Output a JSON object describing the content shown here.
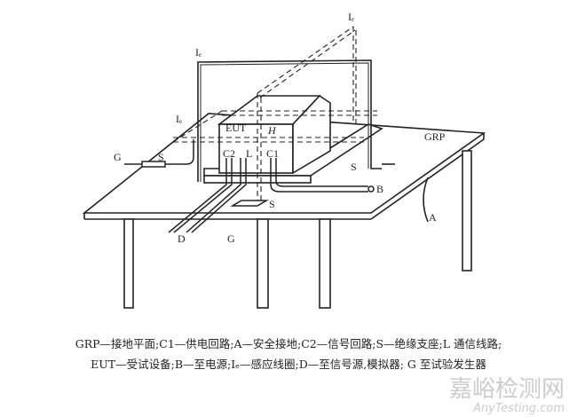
{
  "diagram": {
    "labels": {
      "ic_top": "Iₑ",
      "ic_loop": "Iₑ",
      "ic_left": "Iₑ",
      "eut": "EUT",
      "h_field": "H",
      "c2": "C2",
      "l": "L",
      "c1": "C1",
      "g_left": "G",
      "s_left": "S",
      "grp": "GRP",
      "s_right": "S",
      "b": "B",
      "a": "A",
      "s_front": "S",
      "d": "D",
      "g_front": "G"
    }
  },
  "caption": {
    "line1": "GRP—接地平面;C1—供电回路;A—安全接地;C2—信号回路;S—绝缘支座;L  通信线路;",
    "line2": "EUT—受试设备;B—至电源;Iₑ—感应线圈;D—至信号源,模拟器; G  至试验发生器"
  },
  "watermark": {
    "cn": "嘉峪检测网",
    "en": "AnyTesting.com"
  }
}
